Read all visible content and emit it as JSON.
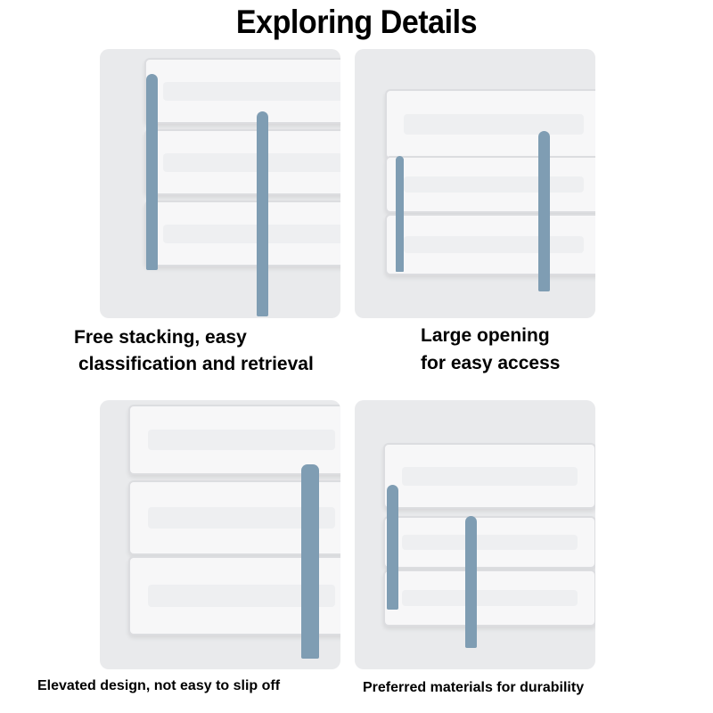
{
  "title": "Exploring Details",
  "panels": [
    {
      "caption_lines": [
        "Free stacking, easy",
        "classification  and retrieval"
      ]
    },
    {
      "caption_lines": [
        "Large opening",
        "for easy access"
      ]
    },
    {
      "caption_lines": [
        "Elevated design, not easy to slip off"
      ]
    },
    {
      "caption_lines": [
        "Preferred materials for durability"
      ]
    }
  ],
  "colors": {
    "panel_bg": "#e9eaec",
    "post": "#7f9db3",
    "tray": "#f7f7f8"
  }
}
